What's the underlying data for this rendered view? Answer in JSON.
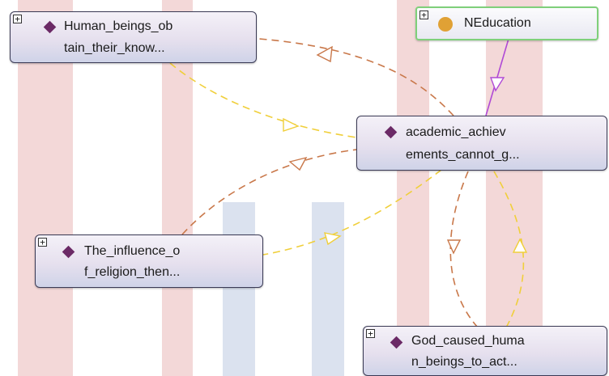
{
  "graph": {
    "nodes": [
      {
        "id": "n1",
        "type": "individual",
        "lines": [
          "Human_beings_ob",
          "tain_their_know..."
        ]
      },
      {
        "id": "n2",
        "type": "class",
        "lines": [
          "NEducation"
        ]
      },
      {
        "id": "n3",
        "type": "individual",
        "lines": [
          "academic_achiev",
          "ements_cannot_g..."
        ]
      },
      {
        "id": "n4",
        "type": "individual",
        "lines": [
          "The_influence_o",
          "f_religion_then..."
        ]
      },
      {
        "id": "n5",
        "type": "individual",
        "lines": [
          "God_caused_huma",
          "n_beings_to_act..."
        ]
      }
    ],
    "expand_symbol": "+",
    "colors": {
      "orange_edge": "#c9784a",
      "yellow_edge": "#f0cf3a",
      "purple_edge": "#b04ad6",
      "individual_marker": "#6b2a66",
      "class_marker": "#e0a135",
      "class_border": "#7fd07a"
    },
    "icons": {
      "individual": "diamond-icon",
      "class": "circle-icon",
      "expand": "expand-plus-icon"
    }
  }
}
